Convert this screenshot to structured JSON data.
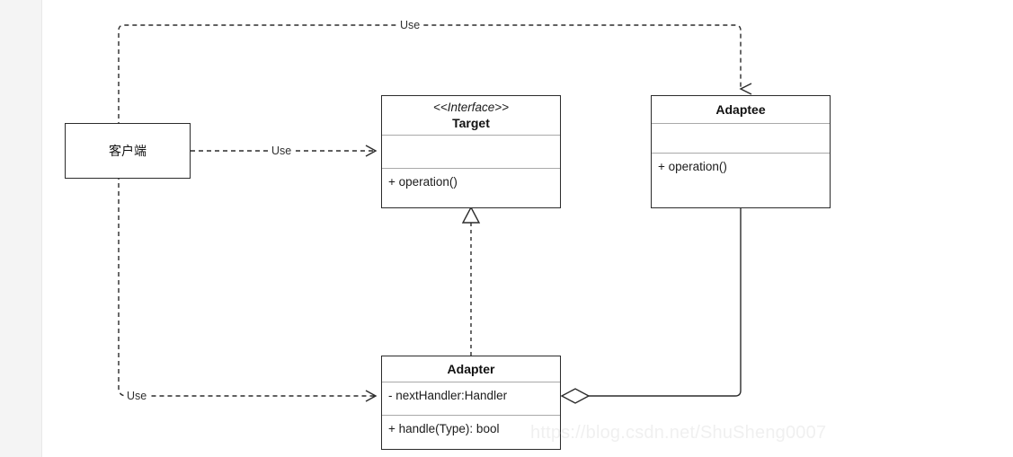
{
  "diagram": {
    "type": "uml-class-diagram",
    "pattern": "Adapter",
    "background_color": "#ffffff",
    "gutter_color": "#f4f4f4",
    "line_color": "#2b2b2b",
    "nodes": {
      "client": {
        "label": "客户端",
        "kind": "plain-box"
      },
      "target": {
        "stereotype": "<<Interface>>",
        "name": "Target",
        "attributes": [],
        "operations": [
          "+ operation()"
        ]
      },
      "adaptee": {
        "stereotype": "",
        "name": "Adaptee",
        "attributes": [],
        "operations": [
          "+ operation()"
        ]
      },
      "adapter": {
        "stereotype": "",
        "name": "Adapter",
        "attributes": [
          "- nextHandler:Handler"
        ],
        "operations": [
          "+ handle(Type): bool"
        ]
      }
    },
    "edges": [
      {
        "id": "client-uses-adaptee",
        "from": "client",
        "to": "adaptee",
        "label": "Use",
        "style": "dashed",
        "arrow": "open"
      },
      {
        "id": "client-uses-target",
        "from": "client",
        "to": "target",
        "label": "Use",
        "style": "dashed",
        "arrow": "open"
      },
      {
        "id": "client-uses-adapter",
        "from": "client",
        "to": "adapter",
        "label": "Use",
        "style": "dashed",
        "arrow": "open"
      },
      {
        "id": "adapter-implements-target",
        "from": "adapter",
        "to": "target",
        "label": "",
        "style": "dashed",
        "arrow": "hollow-triangle"
      },
      {
        "id": "adapter-aggregates-adaptee",
        "from": "adapter",
        "to": "adaptee",
        "label": "",
        "style": "solid",
        "arrow": "hollow-diamond"
      }
    ]
  },
  "watermark": {
    "text": "https://blog.csdn.net/ShuSheng0007"
  }
}
